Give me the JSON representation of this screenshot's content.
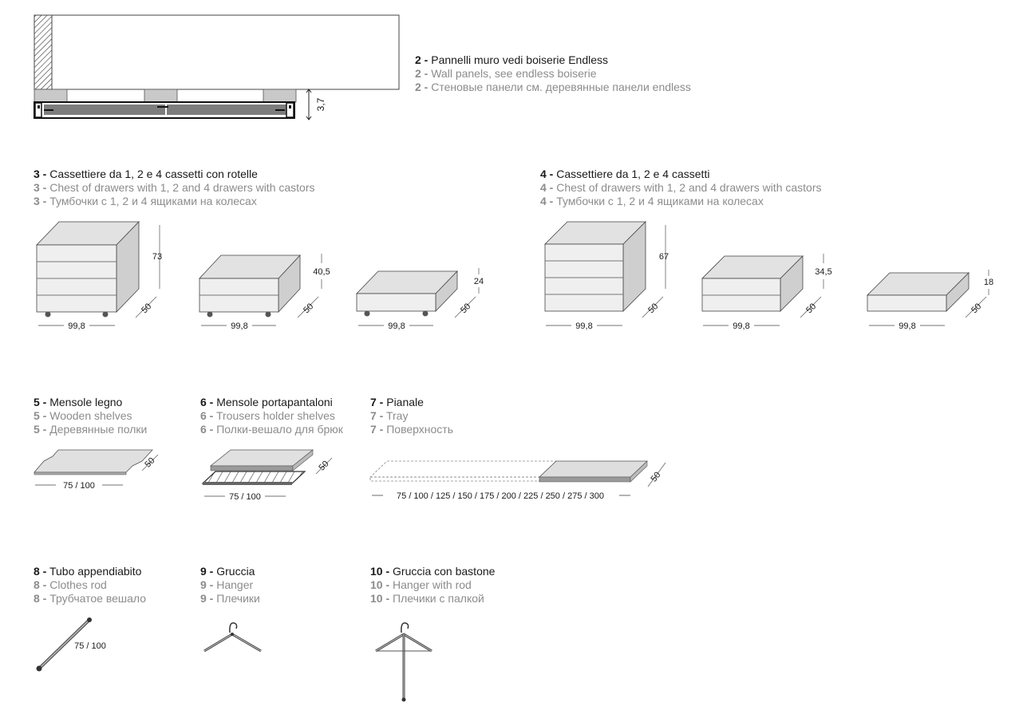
{
  "items": {
    "item2": {
      "line1_num": "2 -",
      "line1": "Pannelli muro vedi boiserie Endless",
      "line2_num": "2 -",
      "line2": "Wall panels, see endless boiserie",
      "line3_num": "2 -",
      "line3": "Стеновые панели см. деревянные панели endless",
      "dim_height": "3,7"
    },
    "item3": {
      "line1_num": "3 -",
      "line1": "Cassettiere da 1, 2 e 4 cassetti con rotelle",
      "line2_num": "3 -",
      "line2": "Chest of drawers with 1, 2 and 4 drawers with castors",
      "line3_num": "3 -",
      "line3": "Тумбочки с 1, 2 и 4 ящиками на колесах",
      "units": [
        {
          "width": "99,8",
          "depth": "50",
          "height": "73"
        },
        {
          "width": "99,8",
          "depth": "50",
          "height": "40,5"
        },
        {
          "width": "99,8",
          "depth": "50",
          "height": "24"
        }
      ]
    },
    "item4": {
      "line1_num": "4 -",
      "line1": "Cassettiere da 1, 2 e 4 cassetti",
      "line2_num": "4 -",
      "line2": "Chest of drawers with 1, 2 and 4 drawers with castors",
      "line3_num": "4 -",
      "line3": "Тумбочки с 1, 2 и 4 ящиками на колесах",
      "units": [
        {
          "width": "99,8",
          "depth": "50",
          "height": "67"
        },
        {
          "width": "99,8",
          "depth": "50",
          "height": "34,5"
        },
        {
          "width": "99,8",
          "depth": "50",
          "height": "18"
        }
      ]
    },
    "item5": {
      "line1_num": "5 -",
      "line1": "Mensole legno",
      "line2_num": "5 -",
      "line2": "Wooden shelves",
      "line3_num": "5 -",
      "line3": "Деревянные полки",
      "width": "75 / 100",
      "depth": "50"
    },
    "item6": {
      "line1_num": "6 -",
      "line1": "Mensole portapantaloni",
      "line2_num": "6 -",
      "line2": "Trousers holder shelves",
      "line3_num": "6 -",
      "line3": "Полки-вешало для брюк",
      "width": "75 / 100",
      "depth": "50"
    },
    "item7": {
      "line1_num": "7 -",
      "line1": "Pianale",
      "line2_num": "7 -",
      "line2": "Tray",
      "line3_num": "7 -",
      "line3": "Поверхность",
      "width": "75 / 100 / 125 / 150 / 175 / 200 / 225 / 250 / 275 / 300",
      "depth": "50"
    },
    "item8": {
      "line1_num": "8 -",
      "line1": "Tubo appendiabito",
      "line2_num": "8 -",
      "line2": "Clothes rod",
      "line3_num": "8 -",
      "line3": "Трубчатое вешало",
      "length": "75 / 100"
    },
    "item9": {
      "line1_num": "9 -",
      "line1": "Gruccia",
      "line2_num": "9 -",
      "line2": "Hanger",
      "line3_num": "9 -",
      "line3": "Плечики"
    },
    "item10": {
      "line1_num": "10 -",
      "line1": "Gruccia con bastone",
      "line2_num": "10 -",
      "line2": "Hanger with rod",
      "line3_num": "10 -",
      "line3": "Плечики с палкой"
    }
  }
}
